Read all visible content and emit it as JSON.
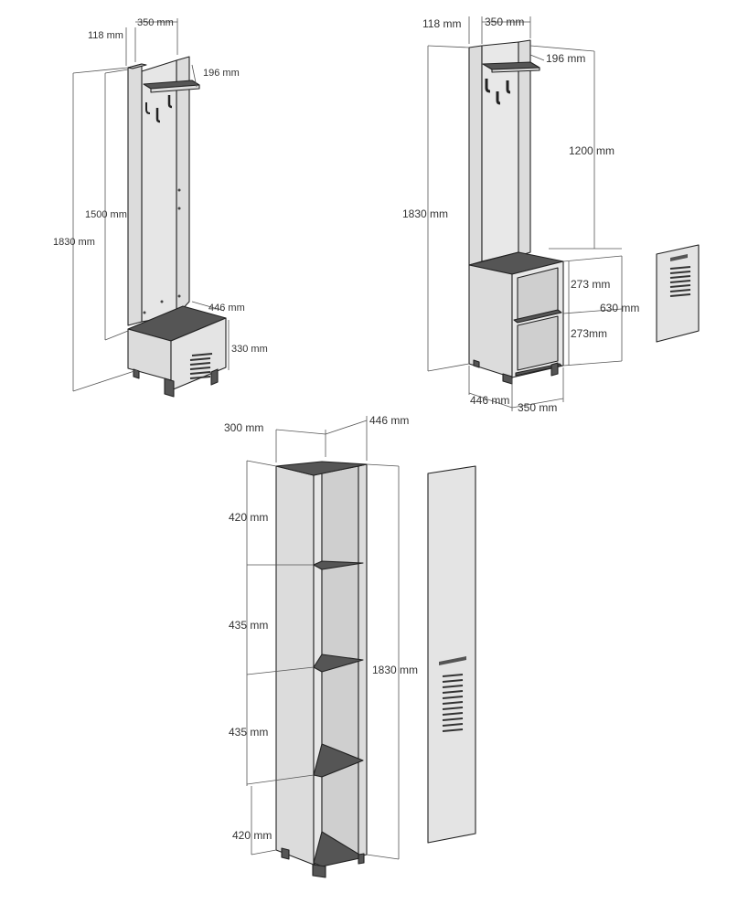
{
  "colors": {
    "panel": "#dcdcdc",
    "panel_dark": "#bdbdbd",
    "dark": "#555555",
    "hook": "#222222",
    "edge": "#222222"
  },
  "figure1": {
    "top_depth": "118 mm",
    "top_width": "350 mm",
    "shelf_depth": "196 mm",
    "back_height": "1500 mm",
    "total_height": "1830 mm",
    "seat_depth": "446 mm",
    "seat_height": "330 mm"
  },
  "figure2": {
    "top_depth": "118 mm",
    "top_width": "350 mm",
    "shelf_depth": "196 mm",
    "upper_height": "1200 mm",
    "total_height": "1830 mm",
    "upper_shelf_gap": "273 mm",
    "cabinet_height": "630 mm",
    "lower_shelf_gap": "273mm",
    "cabinet_depth": "446 mm",
    "cabinet_width": "350 mm"
  },
  "figure3": {
    "depth": "300 mm",
    "width": "446 mm",
    "section_1": "420 mm",
    "section_2": "435 mm",
    "section_3": "435 mm",
    "section_4": "420 mm",
    "total_height": "1830 mm"
  }
}
